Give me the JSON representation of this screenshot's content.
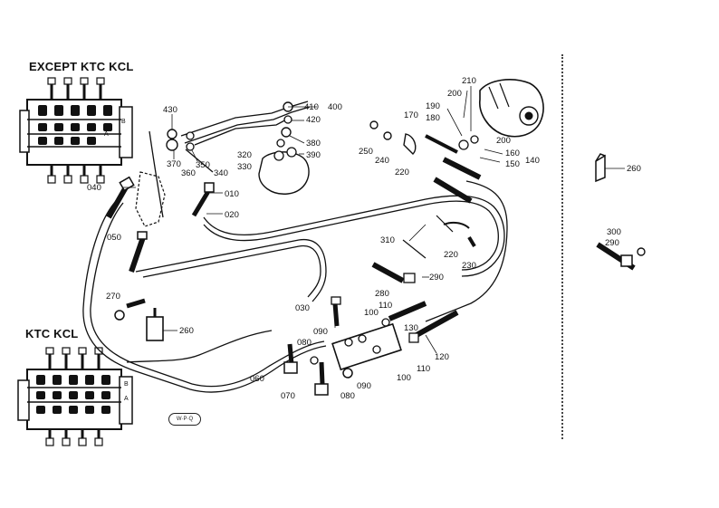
{
  "headings": {
    "except": "EXCEPT KTC KCL",
    "ktc": "KTC KCL"
  },
  "stamp": "W·P·Q",
  "valve_marks": {
    "a": "A",
    "b": "B"
  },
  "callouts": [
    {
      "id": "c430",
      "text": "430"
    },
    {
      "id": "c370",
      "text": "370"
    },
    {
      "id": "c350",
      "text": "350"
    },
    {
      "id": "c360",
      "text": "360"
    },
    {
      "id": "c340",
      "text": "340"
    },
    {
      "id": "c410",
      "text": "410"
    },
    {
      "id": "c400",
      "text": "400"
    },
    {
      "id": "c420",
      "text": "420"
    },
    {
      "id": "c380",
      "text": "380"
    },
    {
      "id": "c390",
      "text": "390"
    },
    {
      "id": "c320",
      "text": "320"
    },
    {
      "id": "c330",
      "text": "330"
    },
    {
      "id": "c040",
      "text": "040"
    },
    {
      "id": "c010",
      "text": "010"
    },
    {
      "id": "c020",
      "text": "020"
    },
    {
      "id": "c050",
      "text": "050"
    },
    {
      "id": "c270",
      "text": "270"
    },
    {
      "id": "c260a",
      "text": "260"
    },
    {
      "id": "c210",
      "text": "210"
    },
    {
      "id": "c200a",
      "text": "200"
    },
    {
      "id": "c190",
      "text": "190"
    },
    {
      "id": "c170",
      "text": "170"
    },
    {
      "id": "c180",
      "text": "180"
    },
    {
      "id": "c200b",
      "text": "200"
    },
    {
      "id": "c160",
      "text": "160"
    },
    {
      "id": "c150",
      "text": "150"
    },
    {
      "id": "c140",
      "text": "140"
    },
    {
      "id": "c250",
      "text": "250"
    },
    {
      "id": "c240",
      "text": "240"
    },
    {
      "id": "c220a",
      "text": "220"
    },
    {
      "id": "c310",
      "text": "310"
    },
    {
      "id": "c220b",
      "text": "220"
    },
    {
      "id": "c230",
      "text": "230"
    },
    {
      "id": "c290a",
      "text": "290"
    },
    {
      "id": "c280",
      "text": "280"
    },
    {
      "id": "c030",
      "text": "030"
    },
    {
      "id": "c110a",
      "text": "110"
    },
    {
      "id": "c100a",
      "text": "100"
    },
    {
      "id": "c090a",
      "text": "090"
    },
    {
      "id": "c130",
      "text": "130"
    },
    {
      "id": "c080a",
      "text": "080"
    },
    {
      "id": "c120",
      "text": "120"
    },
    {
      "id": "c060",
      "text": "060"
    },
    {
      "id": "c070",
      "text": "070"
    },
    {
      "id": "c080b",
      "text": "080"
    },
    {
      "id": "c090b",
      "text": "090"
    },
    {
      "id": "c100b",
      "text": "100"
    },
    {
      "id": "c110b",
      "text": "110"
    },
    {
      "id": "c260b",
      "text": "260"
    },
    {
      "id": "c300",
      "text": "300"
    },
    {
      "id": "c290b",
      "text": "290"
    }
  ]
}
